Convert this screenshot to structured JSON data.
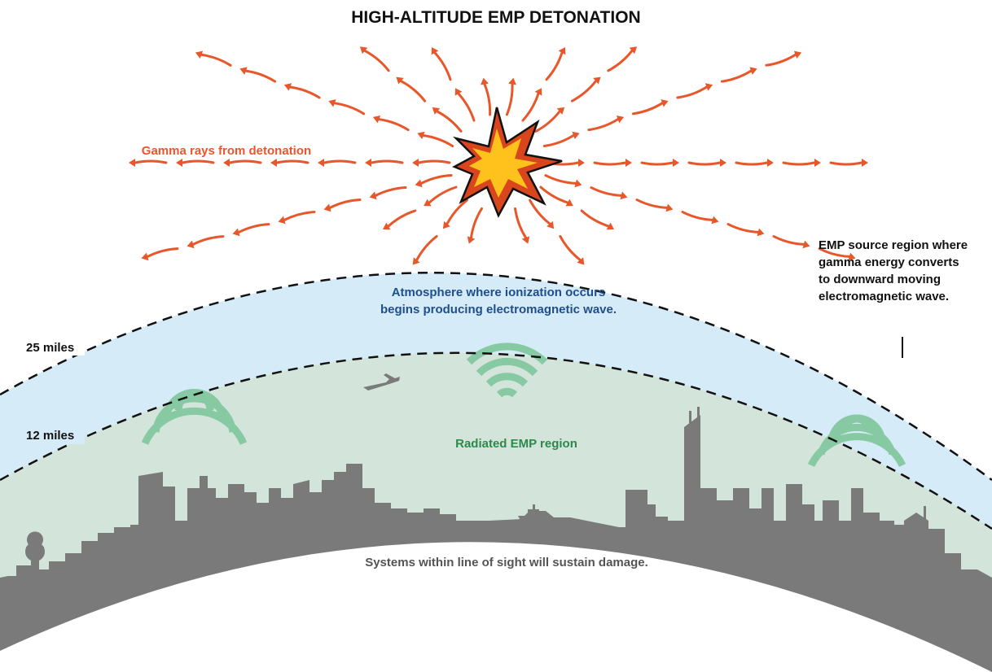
{
  "title": "HIGH-ALTITUDE EMP DETONATION",
  "labels": {
    "gamma": "Gamma rays from detonation",
    "atmosphere_line1": "Atmosphere where ionization occurs",
    "atmosphere_line2": "begins producing electromagnetic wave.",
    "source_line1": "EMP source region where",
    "source_line2": "gamma energy converts",
    "source_line3": "to downward moving",
    "source_line4": "electromagnetic wave.",
    "miles_25": "25 miles",
    "miles_12": "12 miles",
    "radiated": "Radiated EMP region",
    "damage": "Systems within line of sight will sustain damage."
  },
  "colors": {
    "title": "#111111",
    "gamma": "#e8572a",
    "atmosphere_text": "#1f4e8c",
    "radiated_text": "#2a8a4a",
    "damage_text": "#555555",
    "atmosphere_band": "#d6ebf8",
    "radiated_band": "#d3e4da",
    "wave": "#7cc49a",
    "city": "#7a7a7a",
    "dashed_line": "#111111",
    "burst_outer": "#d9461e",
    "burst_inner": "#ffc21c"
  },
  "icons": {
    "burst": "explosion-icon",
    "plane": "airplane-icon",
    "ship": "ship-icon",
    "wave": "signal-wave-icon"
  }
}
